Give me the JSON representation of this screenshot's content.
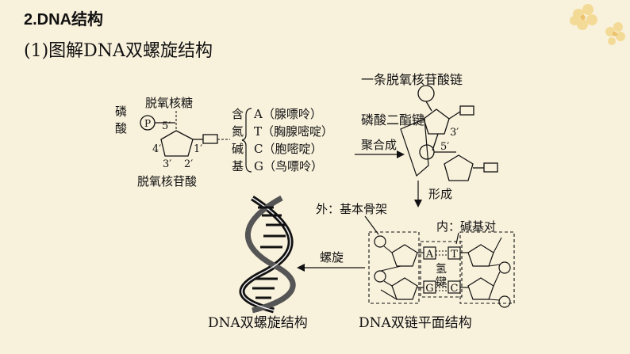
{
  "heading": "2.DNA结构",
  "subheading": "(1)图解DNA双螺旋结构",
  "nucleotide": {
    "phosphate_label": "磷酸",
    "phosphate_symbol": "P",
    "sugar_label": "脱氧核糖",
    "name": "脱氧核苷酸",
    "carbon_5": "5′",
    "carbon_4": "4′",
    "carbon_3": "3′",
    "carbon_2": "2′",
    "carbon_1": "1′"
  },
  "bases": {
    "label": [
      "含",
      "氮",
      "碱",
      "基"
    ],
    "items": [
      "A（腺嘌呤）",
      "T（胸腺嘧啶）",
      "C（胞嘧啶）",
      "G（鸟嘌呤）"
    ]
  },
  "chain": {
    "title": "一条脱氧核苷酸链",
    "bond": "磷酸二酯键",
    "polymerize": "聚合成",
    "c3": "3′",
    "c5": "5′",
    "forms": "形成"
  },
  "plane": {
    "outer": "外：基本骨架",
    "inner": "内：碱基对",
    "hbond": [
      "氢",
      "键"
    ],
    "pairs": [
      [
        "A",
        "T"
      ],
      [
        "G",
        "C"
      ]
    ],
    "name": "DNA双链平面结构"
  },
  "helix": {
    "arrow_label": "螺旋",
    "name": "DNA双螺旋结构"
  }
}
